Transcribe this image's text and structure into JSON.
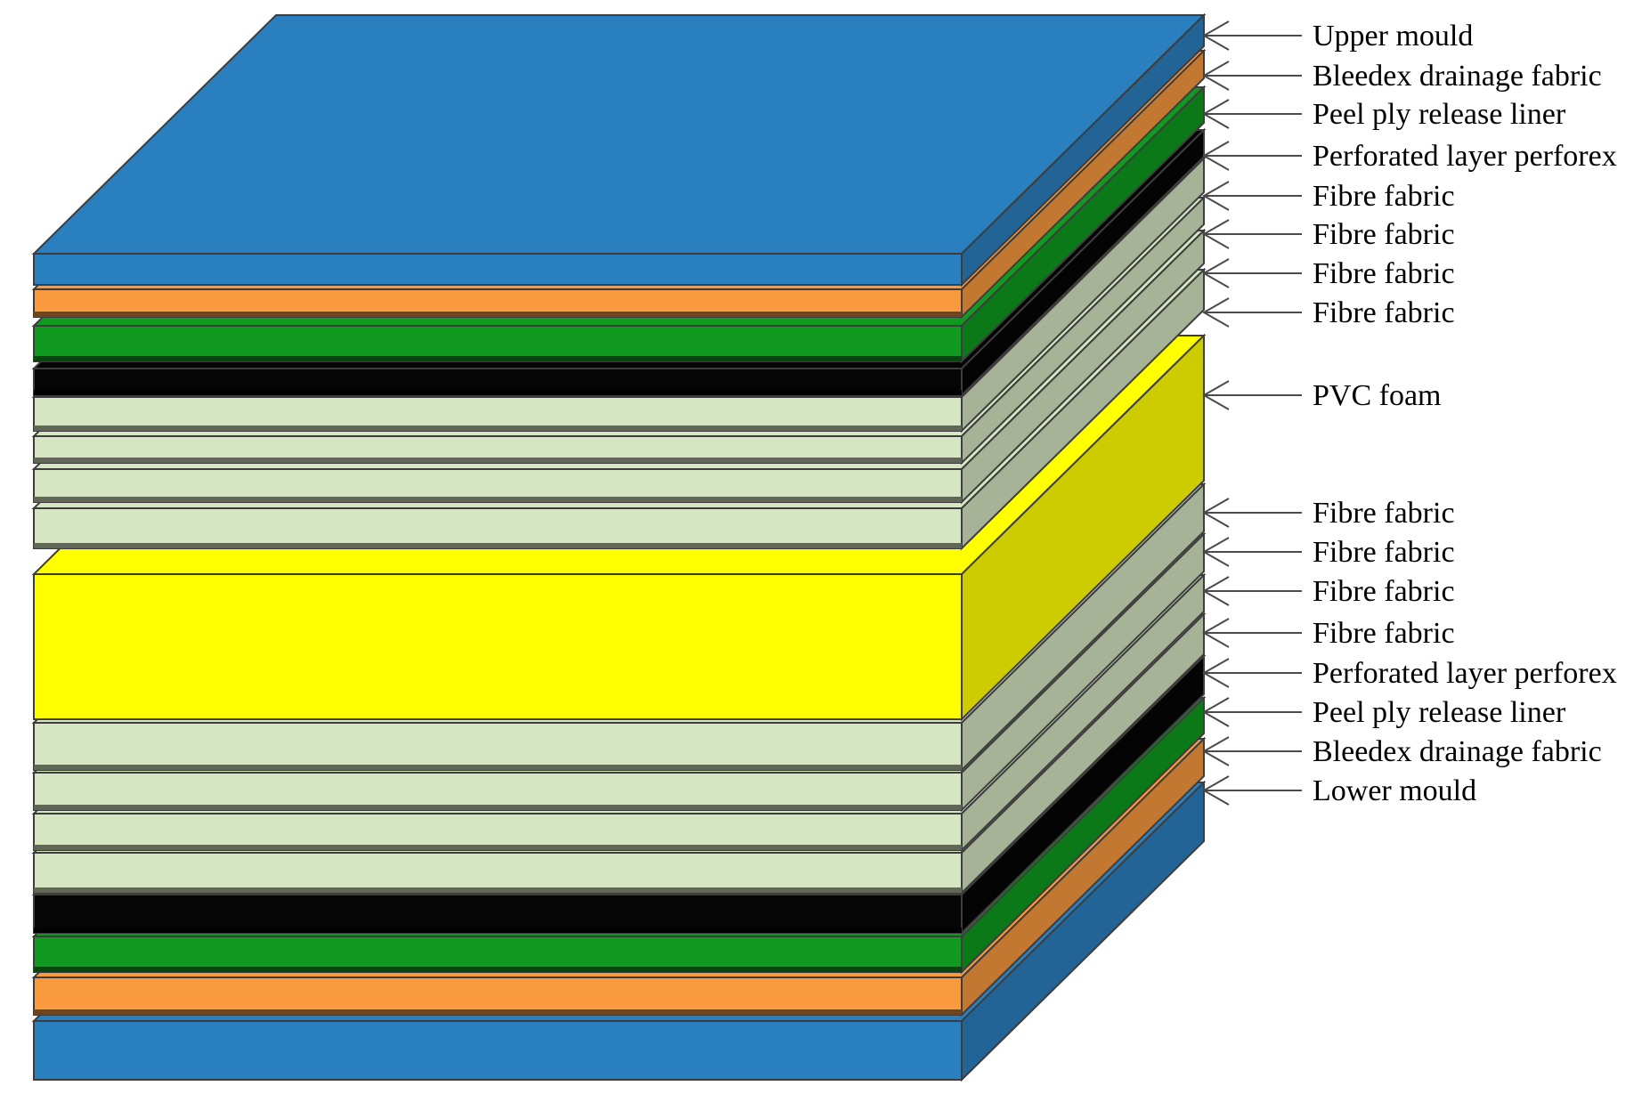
{
  "colors": {
    "mould": "#2a80bf",
    "bleedex": "#f99a3e",
    "peel_ply": "#109b20",
    "perforated": "#050505",
    "fibre": "#d6e5c2",
    "foam": "#ffff00",
    "foam_side": "#cccc00",
    "outline": "#3d3d3d",
    "leader": "#4a4a4a"
  },
  "layers_top_to_bottom": [
    {
      "id": "upper-mould",
      "label": "Upper mould",
      "color": "mould"
    },
    {
      "id": "bleedex-top",
      "label": "Bleedex drainage fabric",
      "color": "bleedex"
    },
    {
      "id": "peel-ply-top",
      "label": "Peel ply release liner",
      "color": "peel_ply"
    },
    {
      "id": "perforated-top",
      "label": "Perforated layer perforex",
      "color": "perforated"
    },
    {
      "id": "fibre-top-1",
      "label": "Fibre fabric",
      "color": "fibre"
    },
    {
      "id": "fibre-top-2",
      "label": "Fibre fabric",
      "color": "fibre"
    },
    {
      "id": "fibre-top-3",
      "label": "Fibre fabric",
      "color": "fibre"
    },
    {
      "id": "fibre-top-4",
      "label": "Fibre fabric",
      "color": "fibre"
    },
    {
      "id": "pvc-foam",
      "label": "PVC foam",
      "color": "foam"
    },
    {
      "id": "fibre-bottom-1",
      "label": "Fibre fabric",
      "color": "fibre"
    },
    {
      "id": "fibre-bottom-2",
      "label": "Fibre fabric",
      "color": "fibre"
    },
    {
      "id": "fibre-bottom-3",
      "label": "Fibre fabric",
      "color": "fibre"
    },
    {
      "id": "fibre-bottom-4",
      "label": "Fibre fabric",
      "color": "fibre"
    },
    {
      "id": "perforated-bottom",
      "label": "Perforated layer perforex",
      "color": "perforated"
    },
    {
      "id": "peel-ply-bottom",
      "label": "Peel ply release liner",
      "color": "peel_ply"
    },
    {
      "id": "bleedex-bottom",
      "label": "Bleedex drainage fabric",
      "color": "bleedex"
    },
    {
      "id": "lower-mould",
      "label": "Lower mould",
      "color": "mould"
    }
  ]
}
